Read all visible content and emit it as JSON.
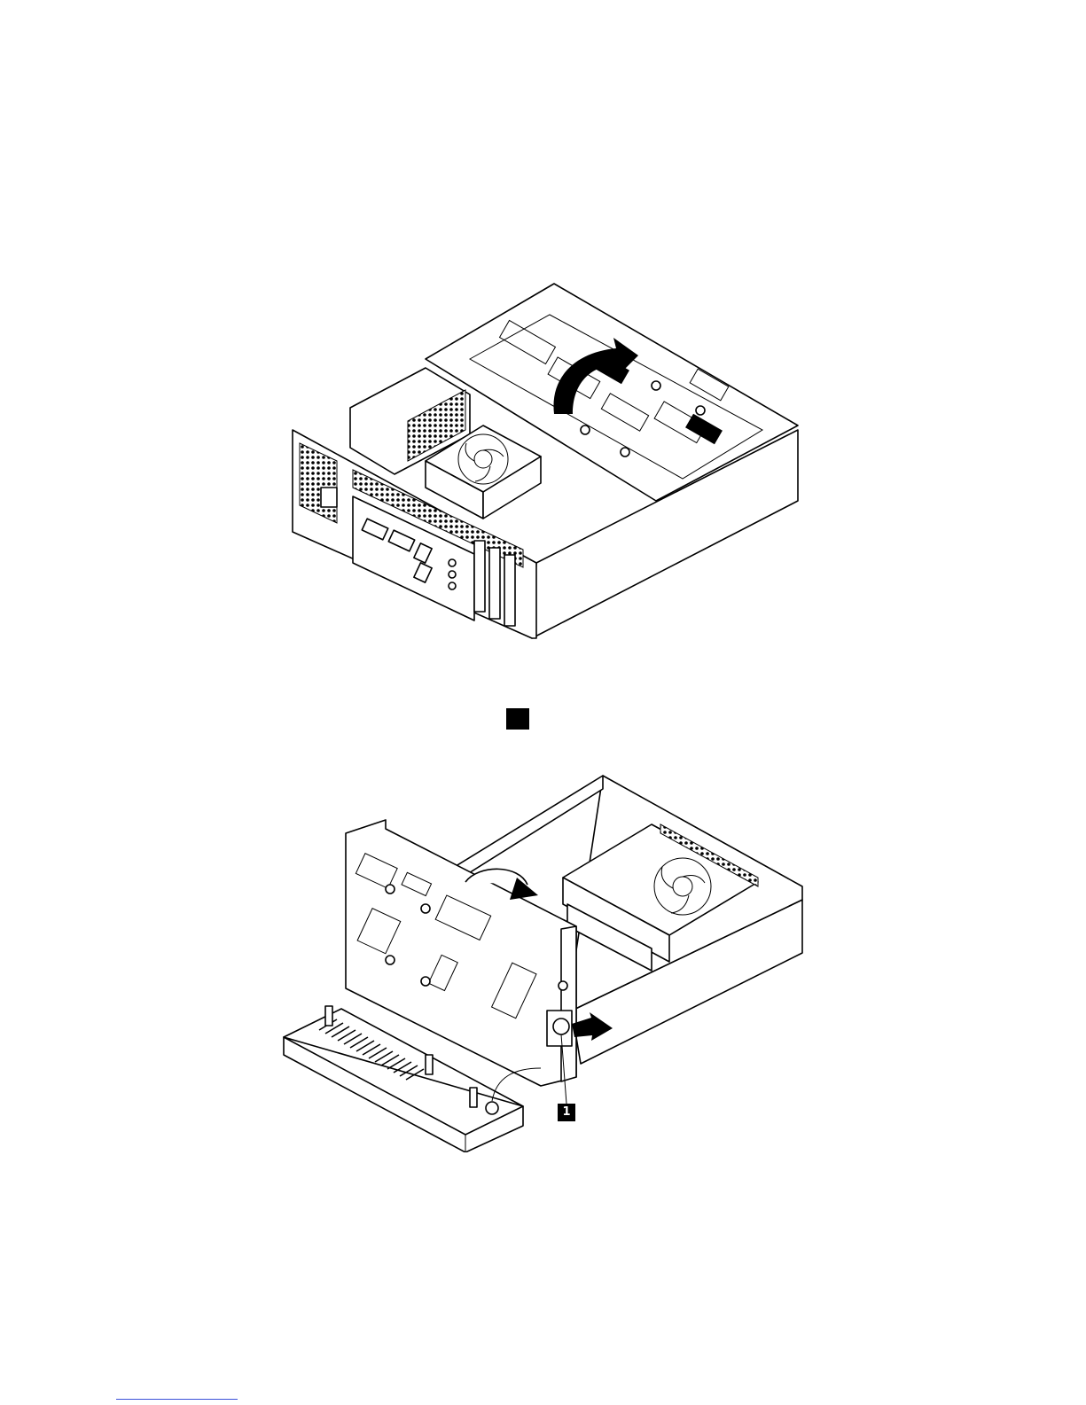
{
  "page": {
    "background": "#ffffff"
  },
  "figures": [
    {
      "id": "top",
      "arrow": "lift-up-arrow"
    },
    {
      "id": "bottom",
      "arrows": [
        "rotate-down-arrow",
        "press-arrow"
      ]
    }
  ],
  "callouts": [
    {
      "label": "1"
    }
  ],
  "colors": {
    "ink": "#000000",
    "link": "#3b50d9"
  }
}
